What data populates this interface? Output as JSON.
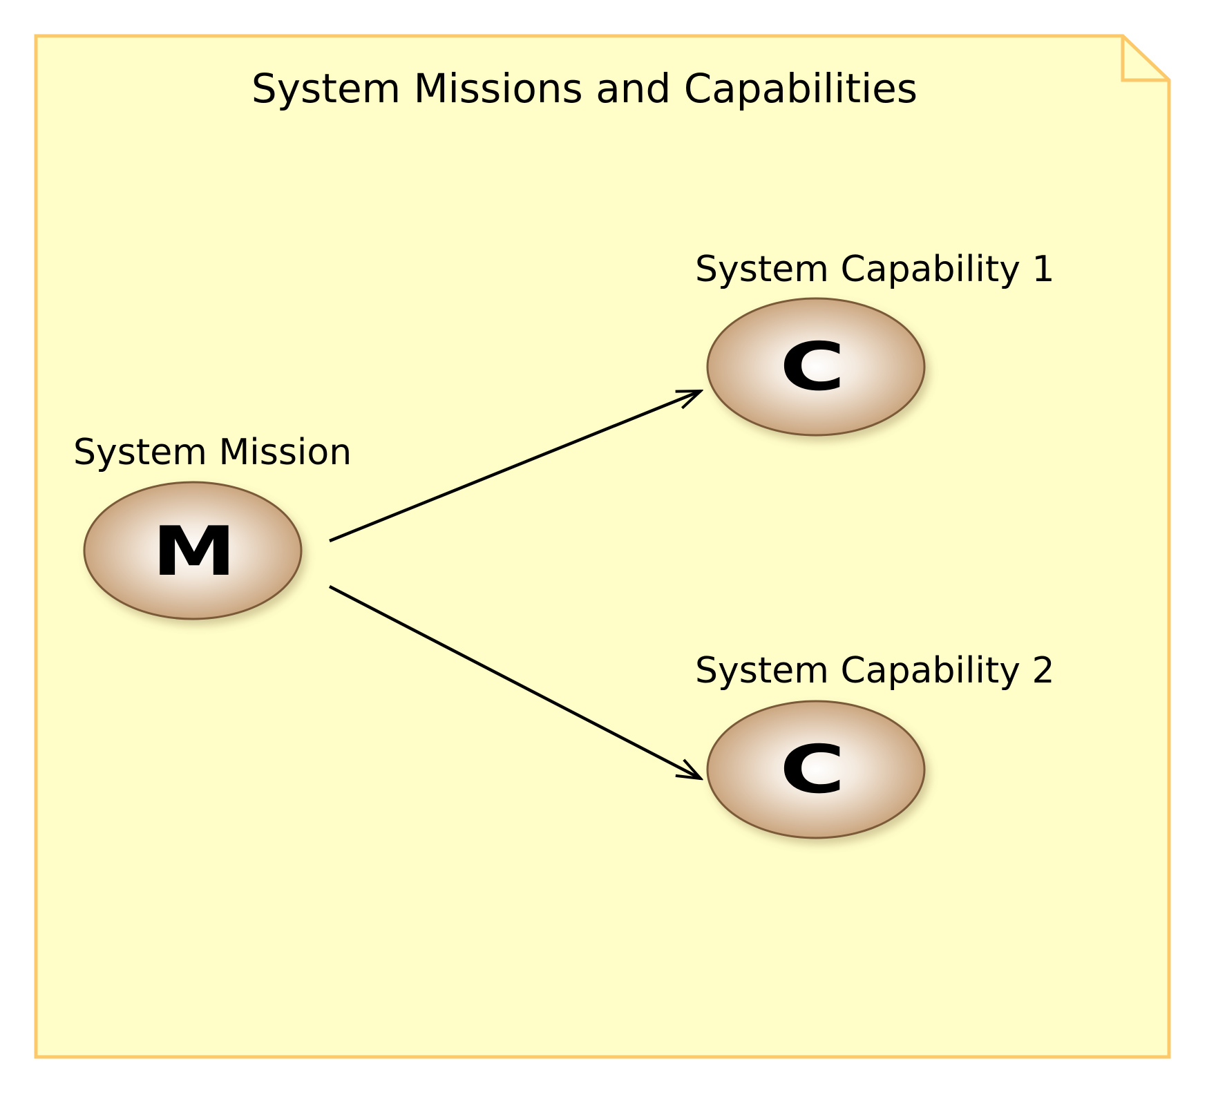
{
  "diagram": {
    "title": "System Missions and Capabilities",
    "nodes": [
      {
        "id": "mission",
        "label": "System Mission",
        "glyph": "M",
        "icon": "mission-icon"
      },
      {
        "id": "cap1",
        "label": "System Capability 1",
        "glyph": "C",
        "icon": "capability-icon"
      },
      {
        "id": "cap2",
        "label": "System Capability 2",
        "glyph": "C",
        "icon": "capability-icon"
      }
    ],
    "edges": [
      {
        "from": "mission",
        "to": "cap1"
      },
      {
        "from": "mission",
        "to": "cap2"
      }
    ],
    "colors": {
      "note_fill": "#FFFDC8",
      "note_border": "#FCC96A",
      "node_edge": "#7A5A38",
      "node_fill": "#C9A27A"
    }
  }
}
